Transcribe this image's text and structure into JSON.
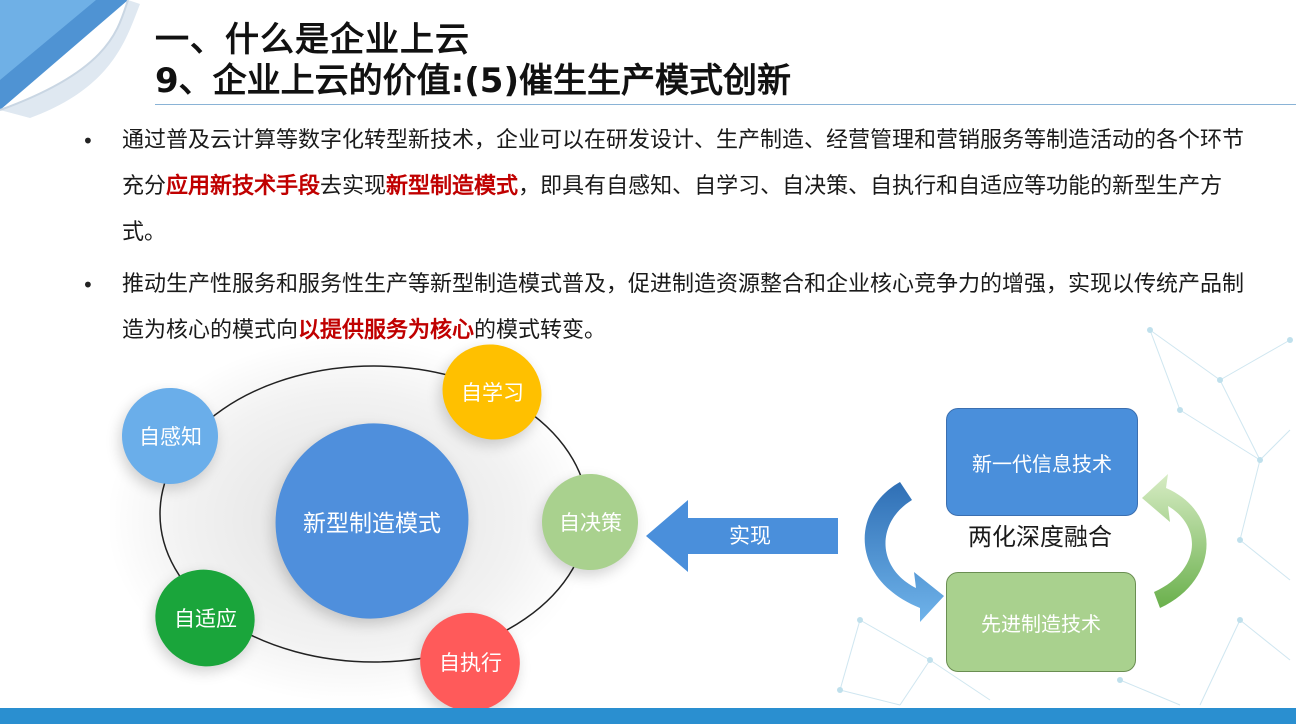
{
  "title": {
    "line1": "一、什么是企业上云",
    "line2": "9、企业上云的价值:(5)催生生产模式创新"
  },
  "bullets": [
    {
      "marker": "•",
      "parts": {
        "p1": "通过普及云计算等数字化转型新技术，企业可以在研发设计、生产制造、经营管理和营销服务等制造活动的各个环节充分",
        "h1": "应用新技术手段",
        "p2": "去实现",
        "h2": "新型制造模式",
        "p3": "，即具有自感知、自学习、自决策、自执行和自适应等功能的新型生产方式。"
      }
    },
    {
      "marker": "•",
      "parts": {
        "p1": "推动生产性服务和服务性生产等新型制造模式普及，促进制造资源整合和企业核心竞争力的增强，实现以传统产品制造为核心的模式向",
        "h1": "以提供服务为核心",
        "p2": "的模式转变。"
      }
    }
  ],
  "diagram": {
    "core": "新型制造模式",
    "nodes": {
      "sense": "自感知",
      "learn": "自学习",
      "decide": "自决策",
      "adapt": "自适应",
      "execute": "自执行"
    },
    "arrow_label": "实现",
    "info_tech": "新一代信息技术",
    "fusion": "两化深度融合",
    "advanced_mfg": "先进制造技术"
  },
  "colors": {
    "accent_blue": "#4f8fdc",
    "highlight_red": "#c00000",
    "yellow": "#ffc000",
    "light_green": "#a9d18e",
    "green": "#1aa53b",
    "red": "#ff5a5a",
    "bottom_bar": "#2a8fd0"
  },
  "icons": {
    "corner": "page-curl-decoration",
    "network": "network-mesh-background",
    "arrow": "left-arrow",
    "cycle": "circular-arrows-icon"
  }
}
